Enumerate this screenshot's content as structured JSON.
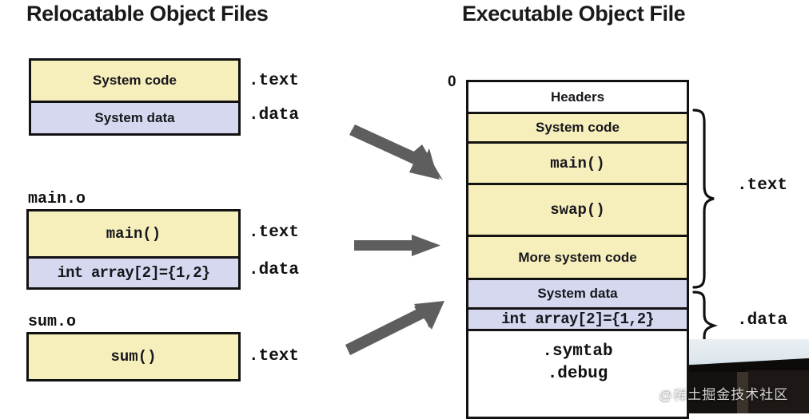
{
  "left_panel": {
    "title": "Relocatable Object Files",
    "modules": [
      {
        "name": "",
        "rows": [
          {
            "text": "System code",
            "section": ".text",
            "style": "code"
          },
          {
            "text": "System data",
            "section": ".data",
            "style": "data"
          }
        ]
      },
      {
        "name": "main.o",
        "rows": [
          {
            "text": "main()",
            "section": ".text",
            "style": "code"
          },
          {
            "text": "int array[2]={1,2}",
            "section": ".data",
            "style": "data"
          }
        ]
      },
      {
        "name": "sum.o",
        "rows": [
          {
            "text": "sum()",
            "section": ".text",
            "style": "code"
          }
        ]
      }
    ]
  },
  "right_panel": {
    "title": "Executable Object File",
    "offset_label": "0",
    "rows": [
      {
        "text": "Headers",
        "style": "plain"
      },
      {
        "text": "System code",
        "style": "code"
      },
      {
        "text": "main()",
        "style": "code"
      },
      {
        "text": "swap()",
        "style": "code"
      },
      {
        "text": "More system code",
        "style": "code"
      },
      {
        "text": "System data",
        "style": "data"
      },
      {
        "text": "int array[2]={1,2}",
        "style": "data"
      }
    ],
    "trailer_lines": [
      ".symtab",
      ".debug"
    ],
    "braces": [
      {
        "label": ".text"
      },
      {
        "label": ".data"
      }
    ]
  },
  "arrows": [
    {
      "name": "arrow-system-to-exec"
    },
    {
      "name": "arrow-main-to-exec"
    },
    {
      "name": "arrow-sum-to-exec"
    }
  ],
  "watermark": {
    "text": "@稀土掘金技术社区"
  },
  "colors": {
    "code_fill": "#f7efbb",
    "data_fill": "#d6d8ef",
    "plain_fill": "#ffffff",
    "outline": "#121212",
    "arrow": "#5e5e5e",
    "text": "#111111"
  }
}
